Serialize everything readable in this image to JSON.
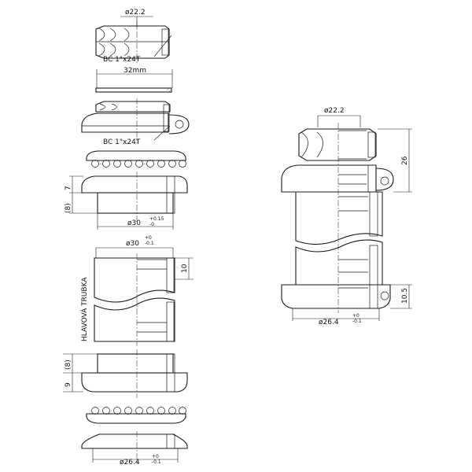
{
  "left": {
    "locknut": {
      "dia": "ø22.2",
      "thread": "BC 1\"x24T"
    },
    "washer": {
      "width": "32mm"
    },
    "top_cup": {
      "thread": "BC 1\"x24T"
    },
    "crown_race_top": {
      "dim_a": "7",
      "dim_b": "(8)",
      "dia": "ø30",
      "tol_top": "+0.15",
      "tol_bot": "-0"
    },
    "head_tube": {
      "dia": "ø30",
      "tol_top": "+0",
      "tol_bot": "-0.1",
      "dim": "10",
      "label": "HLAVOVÁ TRUBKA"
    },
    "bottom_cup": {
      "dim_a": "(8)",
      "dim_b": "9"
    },
    "crown_race": {
      "dia": "ø26.4",
      "tol_top": "+0",
      "tol_bot": "-0.1"
    }
  },
  "right": {
    "dia_top": "ø22.2",
    "height": "26",
    "bottom_height": "10.5",
    "dia_bottom": "ø26.4",
    "tol_top": "+0",
    "tol_bot": "-0.1"
  }
}
